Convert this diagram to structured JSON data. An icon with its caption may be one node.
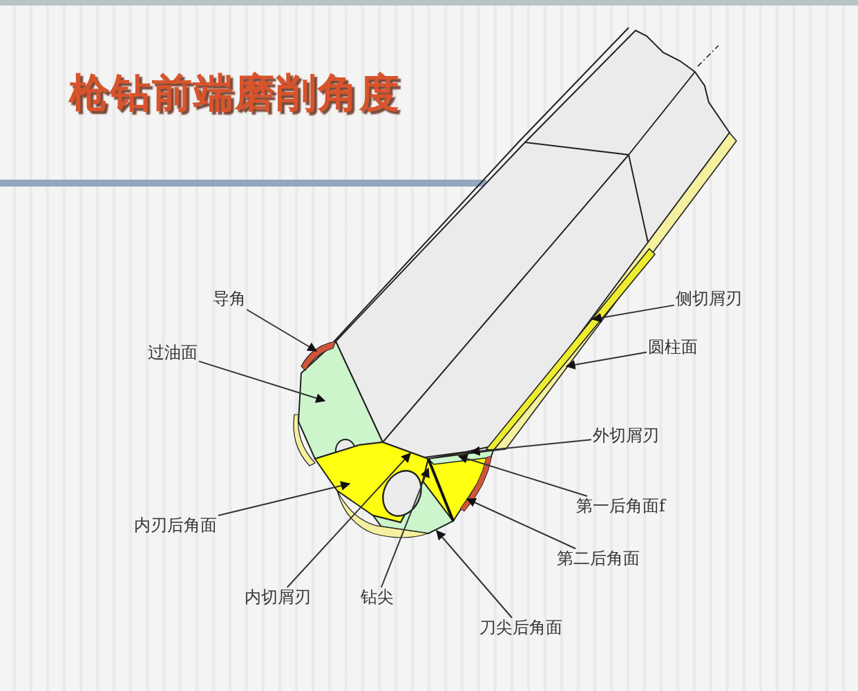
{
  "diagram": {
    "title": "枪钻前端磨削角度",
    "nodes": [
      {
        "text": [
          "导角"
        ]
      },
      {
        "text": [
          "侧切屑刃"
        ]
      },
      {
        "text": [
          "圆柱面"
        ]
      },
      {
        "text": [
          "过油面"
        ]
      },
      {
        "text": [
          "外切屑刃"
        ]
      },
      {
        "text": [
          "第一后角面f"
        ]
      },
      {
        "text": [
          "内刃后角面"
        ]
      },
      {
        "text": [
          "第二后角面"
        ]
      },
      {
        "text": [
          "内切屑刃"
        ]
      },
      {
        "text": [
          "钻尖"
        ]
      },
      {
        "text": [
          "刀尖后角面"
        ]
      }
    ],
    "edges": [
      {
        "from": 0,
        "to": null,
        "arrow": "to"
      },
      {
        "from": 1,
        "to": null,
        "arrow": "to"
      },
      {
        "from": 2,
        "to": null,
        "arrow": "to"
      },
      {
        "from": 3,
        "to": null,
        "arrow": "to"
      },
      {
        "from": 4,
        "to": null,
        "arrow": "to"
      },
      {
        "from": 5,
        "to": null,
        "arrow": "to"
      },
      {
        "from": 6,
        "to": null,
        "arrow": "to"
      },
      {
        "from": 7,
        "to": null,
        "arrow": "to"
      },
      {
        "from": 8,
        "to": null,
        "arrow": "to"
      },
      {
        "from": 9,
        "to": null,
        "arrow": "to"
      },
      {
        "from": 10,
        "to": null,
        "arrow": "to"
      }
    ]
  }
}
